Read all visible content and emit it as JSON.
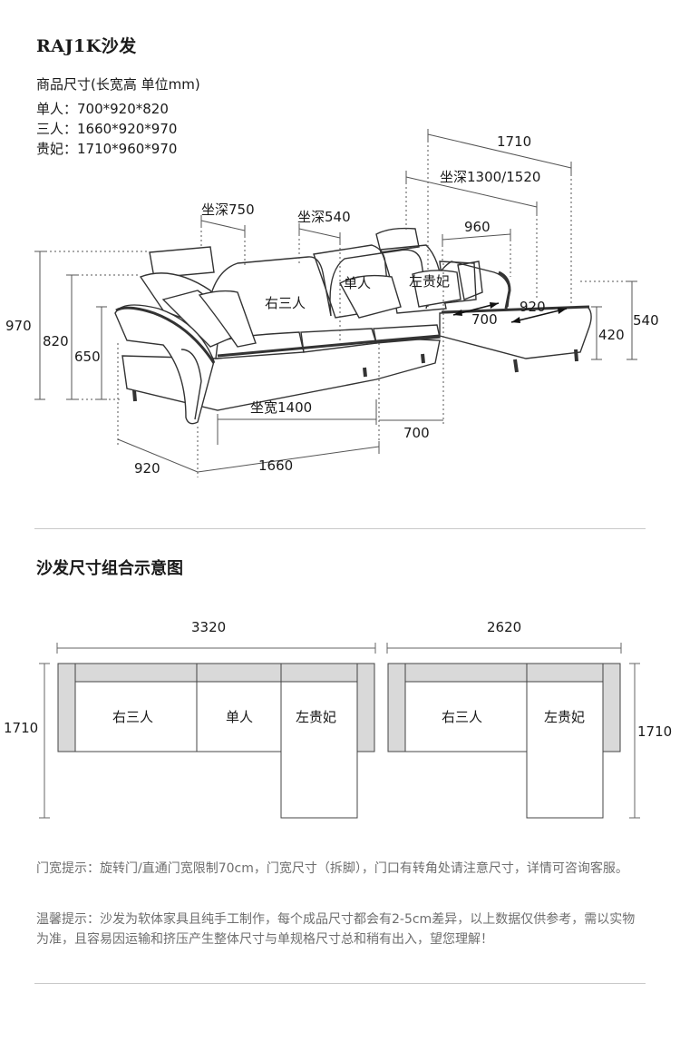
{
  "title": "RAJ1K沙发",
  "specs": {
    "heading": "商品尺寸(长宽高 单位mm)",
    "lines": [
      "单人：700*920*820",
      "三人：1660*920*970",
      "贵妃：1710*960*970"
    ]
  },
  "sofa_diagram": {
    "dims": {
      "total_depth": "1710",
      "chaise_depth": "坐深1300/1520",
      "chaise_width": "960",
      "seat_depth_750": "坐深750",
      "seat_depth_540": "坐深540",
      "h970": "970",
      "h820": "820",
      "h650": "650",
      "h540": "540",
      "h420": "420",
      "chaise_920": "920",
      "chaise_700": "700",
      "seat_width": "坐宽1400",
      "single_700": "700",
      "three_1660": "1660",
      "depth_920": "920"
    },
    "labels": {
      "three": "右三人",
      "single": "单人",
      "chaise": "左贵妃"
    }
  },
  "section_title": "沙发尺寸组合示意图",
  "plans": {
    "left": {
      "width": "3320",
      "height": "1710",
      "labels": [
        "右三人",
        "单人",
        "左贵妃"
      ]
    },
    "right": {
      "width": "2620",
      "height": "1710",
      "labels": [
        "右三人",
        "左贵妃"
      ]
    }
  },
  "notes": [
    "门宽提示：旋转门/直通门宽限制70cm，门宽尺寸（拆脚），门口有转角处请注意尺寸，详情可咨询客服。",
    "温馨提示：沙发为软体家具且纯手工制作，每个成品尺寸都会有2-5cm差异，以上数据仅供参考，需以实物为准，且容易因运输和挤压产生整体尺寸与单规格尺寸总和稍有出入，望您理解！"
  ],
  "colors": {
    "arm_gray": "#d9d9d9",
    "line": "#333333",
    "guide": "#555555",
    "note_text": "#6e6e6e"
  }
}
